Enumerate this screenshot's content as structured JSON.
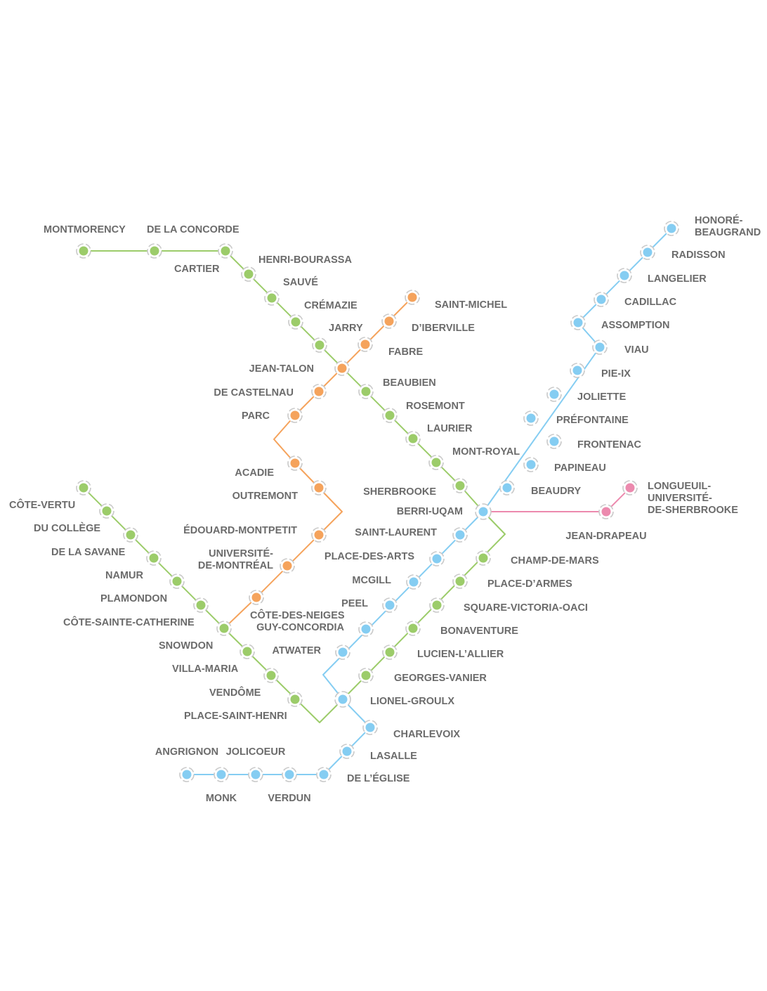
{
  "colors": {
    "green": "#9ccc6a",
    "orange": "#f5a35c",
    "blue": "#85cdf2",
    "pink": "#ec8aae",
    "label": "#6b6b6b"
  },
  "stations": {
    "green": [
      {
        "id": "montmorency",
        "label": [
          "MONTMORENCY"
        ]
      },
      {
        "id": "de-la-concorde",
        "label": [
          "DE LA CONCORDE"
        ]
      },
      {
        "id": "cartier",
        "label": [
          "CARTIER"
        ]
      },
      {
        "id": "henri-bourassa",
        "label": [
          "HENRI-BOURASSA"
        ]
      },
      {
        "id": "sauve",
        "label": [
          "SAUVÉ"
        ]
      },
      {
        "id": "cremazie",
        "label": [
          "CRÉMAZIE"
        ]
      },
      {
        "id": "jarry",
        "label": [
          "JARRY"
        ]
      },
      {
        "id": "beaubien",
        "label": [
          "BEAUBIEN"
        ]
      },
      {
        "id": "rosemont",
        "label": [
          "ROSEMONT"
        ]
      },
      {
        "id": "laurier",
        "label": [
          "LAURIER"
        ]
      },
      {
        "id": "mont-royal",
        "label": [
          "MONT-ROYAL"
        ]
      },
      {
        "id": "sherbrooke",
        "label": [
          "SHERBROOKE"
        ]
      },
      {
        "id": "champ-de-mars",
        "label": [
          "CHAMP-DE-MARS"
        ]
      },
      {
        "id": "place-darmes",
        "label": [
          "PLACE-D’ARMES"
        ]
      },
      {
        "id": "square-victoria-oaci",
        "label": [
          "SQUARE-VICTORIA-OACI"
        ]
      },
      {
        "id": "bonaventure",
        "label": [
          "BONAVENTURE"
        ]
      },
      {
        "id": "lucien-lallier",
        "label": [
          "LUCIEN-L’ALLIER"
        ]
      },
      {
        "id": "georges-vanier",
        "label": [
          "GEORGES-VANIER"
        ]
      },
      {
        "id": "cote-vertu",
        "label": [
          "CÔTE-VERTU"
        ]
      },
      {
        "id": "du-college",
        "label": [
          "DU COLLÈGE"
        ]
      },
      {
        "id": "de-la-savane",
        "label": [
          "DE LA SAVANE"
        ]
      },
      {
        "id": "namur",
        "label": [
          "NAMUR"
        ]
      },
      {
        "id": "plamondon",
        "label": [
          "PLAMONDON"
        ]
      },
      {
        "id": "cote-sainte-catherine",
        "label": [
          "CÔTE-SAINTE-CATHERINE"
        ]
      },
      {
        "id": "snowdon",
        "label": [
          "SNOWDON"
        ]
      },
      {
        "id": "villa-maria",
        "label": [
          "VILLA-MARIA"
        ]
      },
      {
        "id": "vendome",
        "label": [
          "VENDÔME"
        ]
      },
      {
        "id": "place-saint-henri",
        "label": [
          "PLACE-SAINT-HENRI"
        ]
      }
    ],
    "orange": [
      {
        "id": "saint-michel",
        "label": [
          "SAINT-MICHEL"
        ]
      },
      {
        "id": "diberville",
        "label": [
          "D’IBERVILLE"
        ]
      },
      {
        "id": "fabre",
        "label": [
          "FABRE"
        ]
      },
      {
        "id": "jean-talon",
        "label": [
          "JEAN-TALON"
        ]
      },
      {
        "id": "de-castelnau",
        "label": [
          "DE CASTELNAU"
        ]
      },
      {
        "id": "parc",
        "label": [
          "PARC"
        ]
      },
      {
        "id": "acadie",
        "label": [
          "ACADIE"
        ]
      },
      {
        "id": "outremont",
        "label": [
          "OUTREMONT"
        ]
      },
      {
        "id": "edouard-montpetit",
        "label": [
          "ÉDOUARD-MONTPETIT"
        ]
      },
      {
        "id": "universite-de-montreal",
        "label": [
          "UNIVERSITÉ-",
          "DE-MONTRÉAL"
        ]
      },
      {
        "id": "cote-des-neiges",
        "label": [
          "CÔTE-DES-NEIGES"
        ]
      }
    ],
    "blue": [
      {
        "id": "honore-beaugrand",
        "label": [
          "HONORÉ-",
          "BEAUGRAND"
        ]
      },
      {
        "id": "radisson",
        "label": [
          "RADISSON"
        ]
      },
      {
        "id": "langelier",
        "label": [
          "LANGELIER"
        ]
      },
      {
        "id": "cadillac",
        "label": [
          "CADILLAC"
        ]
      },
      {
        "id": "assomption",
        "label": [
          "ASSOMPTION"
        ]
      },
      {
        "id": "viau",
        "label": [
          "VIAU"
        ]
      },
      {
        "id": "pie-ix",
        "label": [
          "PIE-IX"
        ]
      },
      {
        "id": "joliette",
        "label": [
          "JOLIETTE"
        ]
      },
      {
        "id": "prefontaine",
        "label": [
          "PRÉFONTAINE"
        ]
      },
      {
        "id": "frontenac",
        "label": [
          "FRONTENAC"
        ]
      },
      {
        "id": "papineau",
        "label": [
          "PAPINEAU"
        ]
      },
      {
        "id": "beaudry",
        "label": [
          "BEAUDRY"
        ]
      },
      {
        "id": "saint-laurent",
        "label": [
          "SAINT-LAURENT"
        ]
      },
      {
        "id": "place-des-arts",
        "label": [
          "PLACE-DES-ARTS"
        ]
      },
      {
        "id": "mcgill",
        "label": [
          "MCGILL"
        ]
      },
      {
        "id": "peel",
        "label": [
          "PEEL"
        ]
      },
      {
        "id": "guy-concordia",
        "label": [
          "GUY-CONCORDIA"
        ]
      },
      {
        "id": "atwater",
        "label": [
          "ATWATER"
        ]
      },
      {
        "id": "charlevoix",
        "label": [
          "CHARLEVOIX"
        ]
      },
      {
        "id": "lasalle",
        "label": [
          "LASALLE"
        ]
      },
      {
        "id": "de-leglise",
        "label": [
          "DE L’ÉGLISE"
        ]
      },
      {
        "id": "verdun",
        "label": [
          "VERDUN"
        ]
      },
      {
        "id": "jolicoeur",
        "label": [
          "JOLICOEUR"
        ]
      },
      {
        "id": "monk",
        "label": [
          "MONK"
        ]
      },
      {
        "id": "angrignon",
        "label": [
          "ANGRIGNON"
        ]
      }
    ],
    "pink": [
      {
        "id": "jean-drapeau",
        "label": [
          "JEAN-DRAPEAU"
        ]
      },
      {
        "id": "longueuil",
        "label": [
          "LONGUEUIL-",
          "UNIVERSITÉ-",
          "DE-SHERBROOKE"
        ]
      }
    ],
    "interchanges": [
      {
        "id": "berri-uqam",
        "label": [
          "BERRI-UQAM"
        ]
      },
      {
        "id": "lionel-groulx",
        "label": [
          "LIONEL-GROULX"
        ]
      }
    ]
  }
}
